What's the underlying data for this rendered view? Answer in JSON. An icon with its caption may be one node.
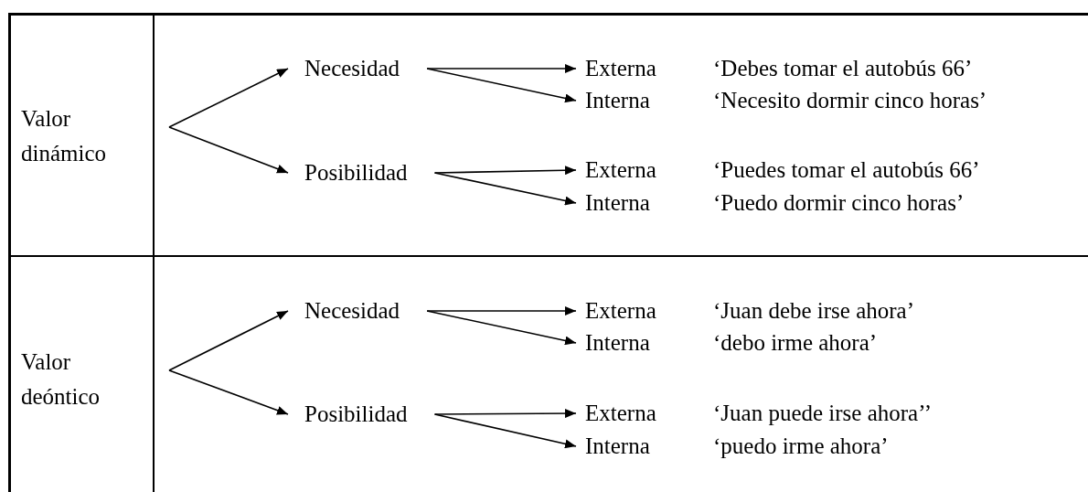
{
  "diagram": {
    "nodes": [
      {
        "text": [
          "Valor dinámico"
        ]
      },
      {
        "text": [
          "Necesidad"
        ]
      },
      {
        "text": [
          "Externa"
        ],
        "beside": [
          "‘Debes tomar el autobús 66’"
        ]
      },
      {
        "text": [
          "Interna"
        ],
        "beside": [
          "‘Necesito dormir cinco horas’"
        ]
      },
      {
        "text": [
          "Posibilidad"
        ]
      },
      {
        "text": [
          "Externa"
        ],
        "beside": [
          "‘Puedes tomar el autobús 66’"
        ]
      },
      {
        "text": [
          "Interna"
        ],
        "beside": [
          "‘Puedo dormir cinco horas’"
        ]
      },
      {
        "text": [
          "Valor deóntico"
        ]
      },
      {
        "text": [
          "Necesidad"
        ]
      },
      {
        "text": [
          "Externa"
        ],
        "beside": [
          "‘Juan debe irse ahora’"
        ]
      },
      {
        "text": [
          "Interna"
        ],
        "beside": [
          "‘debo irme ahora’"
        ]
      },
      {
        "text": [
          "Posibilidad"
        ]
      },
      {
        "text": [
          "Externa"
        ],
        "beside": [
          "‘Juan puede irse ahora’’"
        ]
      },
      {
        "text": [
          "Interna"
        ],
        "beside": [
          "‘puedo irme ahora’"
        ]
      }
    ],
    "edges": [
      {
        "from": 0,
        "to": 1,
        "arrow": "to"
      },
      {
        "from": 0,
        "to": 4,
        "arrow": "to"
      },
      {
        "from": 1,
        "to": 2,
        "arrow": "to"
      },
      {
        "from": 1,
        "to": 3,
        "arrow": "to"
      },
      {
        "from": 4,
        "to": 5,
        "arrow": "to"
      },
      {
        "from": 4,
        "to": 6,
        "arrow": "to"
      },
      {
        "from": 7,
        "to": 8,
        "arrow": "to"
      },
      {
        "from": 7,
        "to": 11,
        "arrow": "to"
      },
      {
        "from": 8,
        "to": 9,
        "arrow": "to"
      },
      {
        "from": 8,
        "to": 10,
        "arrow": "to"
      },
      {
        "from": 11,
        "to": 12,
        "arrow": "to"
      },
      {
        "from": 11,
        "to": 13,
        "arrow": "to"
      }
    ]
  }
}
